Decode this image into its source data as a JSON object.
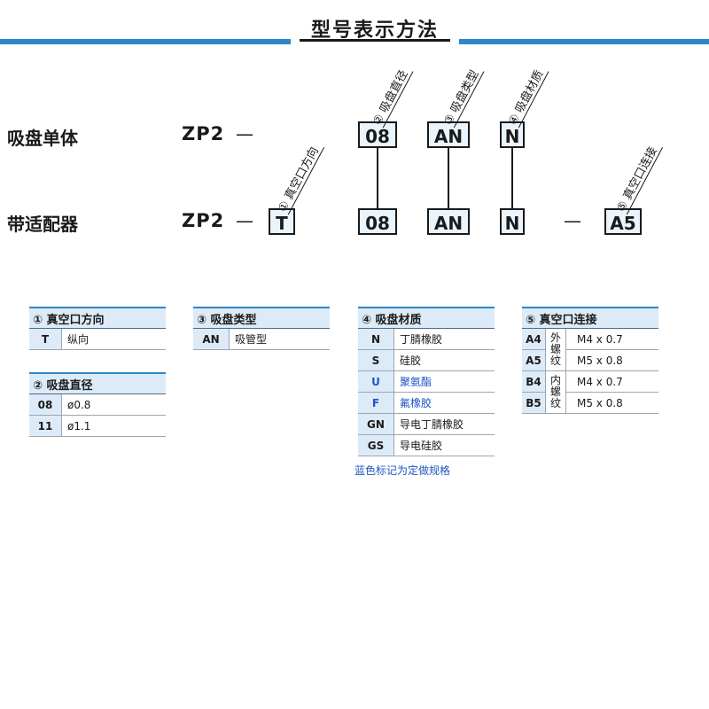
{
  "header": {
    "title": "型号表示方法"
  },
  "diagram": {
    "row1_label": "吸盘单体",
    "row2_label": "带适配器",
    "prefix": "ZP2",
    "dash": "—",
    "box_T": "T",
    "box_08": "08",
    "box_AN": "AN",
    "box_N": "N",
    "box_A5": "A5",
    "slant_1": "① 真空口方向",
    "slant_2": "② 吸盘直径",
    "slant_3": "③ 吸盘类型",
    "slant_4": "④ 吸盘材质",
    "slant_5": "⑤ 真空口连接"
  },
  "tables": {
    "t1": {
      "title": "① 真空口方向",
      "rows": [
        {
          "code": "T",
          "value": "纵向"
        }
      ]
    },
    "t2": {
      "title": "② 吸盘直径",
      "rows": [
        {
          "code": "08",
          "value": "ø0.8"
        },
        {
          "code": "11",
          "value": "ø1.1"
        }
      ]
    },
    "t3": {
      "title": "③ 吸盘类型",
      "rows": [
        {
          "code": "AN",
          "value": "吸管型"
        }
      ]
    },
    "t4": {
      "title": "④ 吸盘材质",
      "rows": [
        {
          "code": "N",
          "value": "丁腈橡胶"
        },
        {
          "code": "S",
          "value": "硅胶"
        },
        {
          "code": "U",
          "value": "聚氨酯"
        },
        {
          "code": "F",
          "value": "氟橡胶"
        },
        {
          "code": "GN",
          "value": "导电丁腈橡胶"
        },
        {
          "code": "GS",
          "value": "导电硅胶"
        }
      ]
    },
    "t5": {
      "title": "⑤ 真空口连接",
      "group_outer": "外螺纹",
      "group_inner": "内螺纹",
      "rows": [
        {
          "code": "A4",
          "value": "M4 x 0.7"
        },
        {
          "code": "A5",
          "value": "M5 x 0.8"
        },
        {
          "code": "B4",
          "value": "M4 x 0.7"
        },
        {
          "code": "B5",
          "value": "M5 x 0.8"
        }
      ]
    }
  },
  "note": "蓝色标记为定做规格",
  "colors": {
    "accent": "#2e86c8",
    "header_fill": "#dcebf7",
    "custom_spec": "#1f56c4"
  }
}
